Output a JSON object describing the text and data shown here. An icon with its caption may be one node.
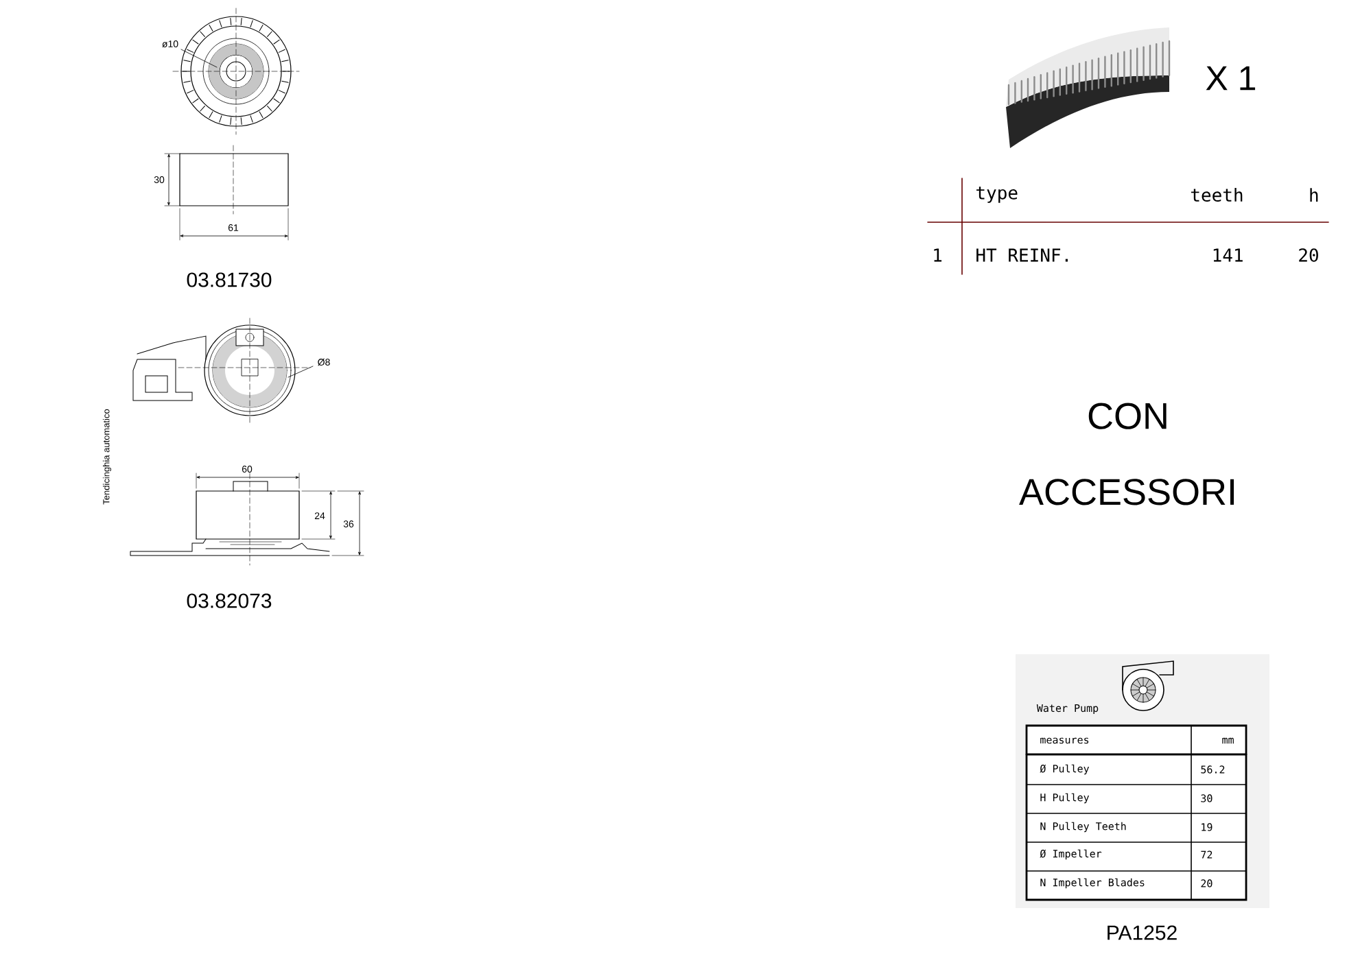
{
  "diagram": {
    "labels": [
      "ø10",
      "30",
      "61",
      "03.81730",
      "Ø8",
      "Tendicinghia automatico",
      "60",
      "24",
      "36",
      "03.82073",
      "X 1",
      "type",
      "teeth",
      "h",
      "1",
      "HT REINF.",
      "141",
      "20",
      "CON ACCESSORI",
      "Water Pump",
      "measures",
      "mm",
      "Ø Pulley",
      "56.2",
      "H Pulley",
      "30",
      "N Pulley Teeth",
      "19",
      "Ø Impeller",
      "72",
      "N Impeller Blades",
      "20",
      "PA1252"
    ]
  }
}
